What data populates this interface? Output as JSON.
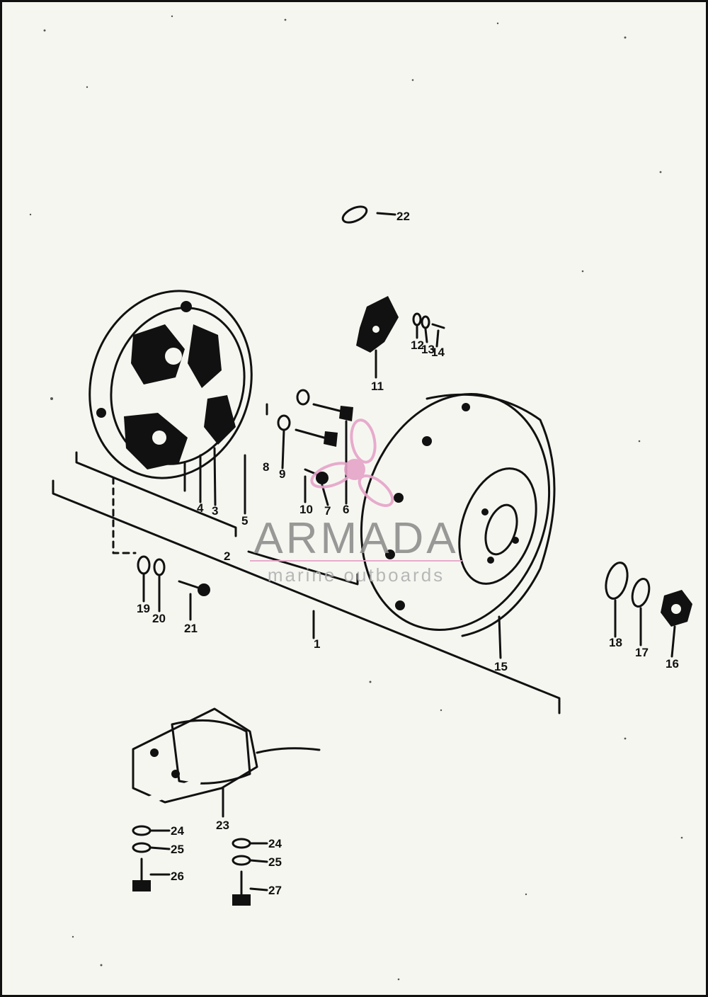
{
  "watermark": {
    "brand": "ARMADA",
    "tagline": "marine outboards",
    "color_primary": "#8e8e8e",
    "color_logo": "#e6a3c8"
  },
  "callouts": {
    "c1": "1",
    "c2": "2",
    "c3": "3",
    "c4": "4",
    "c5": "5",
    "c6": "6",
    "c7": "7",
    "c8": "8",
    "c9": "9",
    "c10": "10",
    "c11": "11",
    "c12": "12",
    "c13": "13",
    "c14": "14",
    "c15": "15",
    "c16": "16",
    "c17": "17",
    "c18": "18",
    "c19": "19",
    "c20": "20",
    "c21": "21",
    "c22": "22",
    "c23": "23",
    "c24a": "24",
    "c25a": "25",
    "c26": "26",
    "c24b": "24",
    "c25b": "25",
    "c27": "27"
  }
}
